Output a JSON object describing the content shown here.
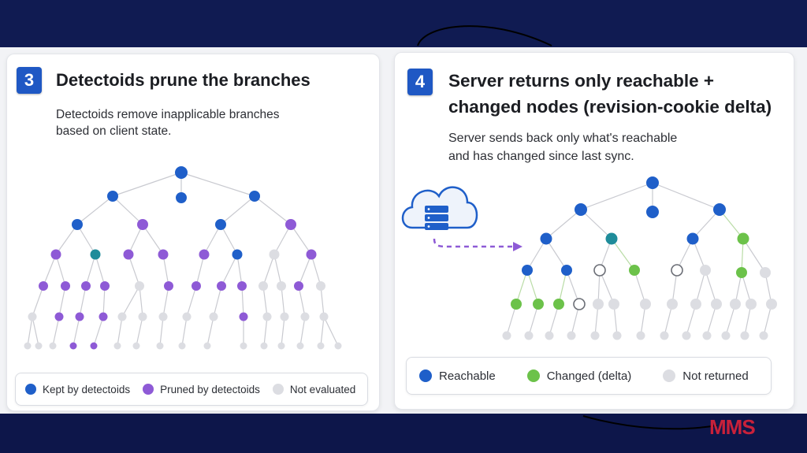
{
  "step3": {
    "number": "3",
    "title": "Detectoids prune the branches",
    "subtitle_line1": "Detectoids remove inapplicable branches",
    "subtitle_line2": "based on client state.",
    "legend": [
      {
        "label": "Kept by detectoids",
        "color": "#1f5fc9"
      },
      {
        "label": "Pruned by detectoids",
        "color": "#8e5ad6"
      },
      {
        "label": "Not evaluated",
        "color": "#dcdde2"
      }
    ]
  },
  "step4": {
    "number": "4",
    "title_line1": "Server returns only reachable +",
    "title_line2": "changed nodes (revision-cookie delta)",
    "subtitle_line1": "Server sends back only what's reachable",
    "subtitle_line2": "and has changed since last sync.",
    "legend": [
      {
        "label": "Reachable",
        "color": "#1f5fc9"
      },
      {
        "label": "Changed (delta)",
        "color": "#6cc24a"
      },
      {
        "label": "Not returned",
        "color": "#dcdde2"
      }
    ]
  },
  "colors": {
    "kept": "#1f5fc9",
    "pruned": "#8e5ad6",
    "teal": "#1f8c9a",
    "changed": "#6cc24a",
    "grey": "#dcdde2",
    "edge": "#c9cad0"
  },
  "icons": [
    "cloud-server-icon",
    "arrow-right-icon"
  ],
  "logo_text": "MMS"
}
